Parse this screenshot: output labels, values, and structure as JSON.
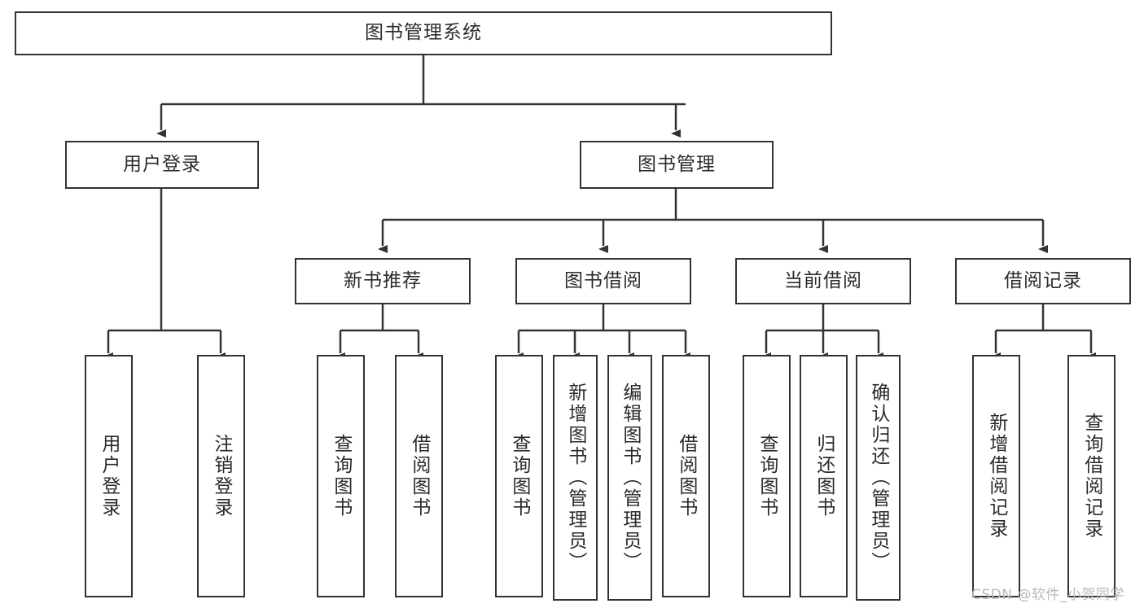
{
  "diagram": {
    "title": "图书管理系统",
    "type": "tree-hierarchy",
    "root": {
      "label": "图书管理系统"
    },
    "level1": [
      {
        "label": "用户登录"
      },
      {
        "label": "图书管理"
      }
    ],
    "level2": [
      {
        "label": "新书推荐"
      },
      {
        "label": "图书借阅"
      },
      {
        "label": "当前借阅"
      },
      {
        "label": "借阅记录"
      }
    ],
    "leaves": {
      "user_login": [
        {
          "label": "用户登录"
        },
        {
          "label": "注销登录"
        }
      ],
      "new_book_recommend": [
        {
          "label": "查询图书"
        },
        {
          "label": "借阅图书"
        }
      ],
      "book_borrow": [
        {
          "label": "查询图书"
        },
        {
          "label": "新增图书（管理员）"
        },
        {
          "label": "编辑图书（管理员）"
        },
        {
          "label": "借阅图书"
        }
      ],
      "current_borrow": [
        {
          "label": "查询图书"
        },
        {
          "label": "归还图书"
        },
        {
          "label": "确认归还（管理员）"
        }
      ],
      "borrow_record": [
        {
          "label": "新增借阅记录"
        },
        {
          "label": "查询借阅记录"
        }
      ]
    }
  },
  "watermark": {
    "text": "CSDN @软件_小贺同学"
  },
  "colors": {
    "stroke": "#333333",
    "background": "#ffffff",
    "text": "#2b2b2b",
    "watermark": "#b9b9b9"
  }
}
